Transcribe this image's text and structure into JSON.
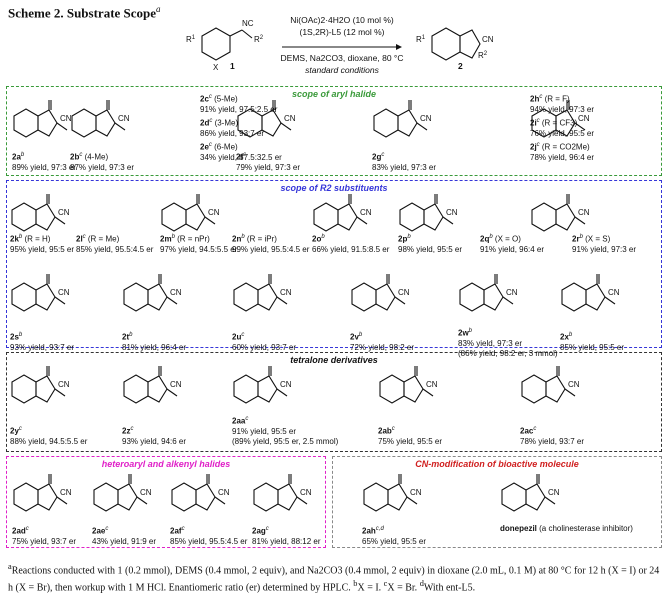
{
  "title": "Scheme 2. Substrate Scope",
  "title_sup": "a",
  "reaction": {
    "line1": "Ni(OAc)2·4H2O (10 mol %)",
    "line2": "(1S,2R)-L5 (12 mol %)",
    "line3": "DEMS, Na2CO3, dioxane, 80 °C",
    "line4": "standard conditions",
    "sm_label": "1",
    "prod_label": "2"
  },
  "sections": {
    "aryl": "scope of aryl halide",
    "r2": "scope of R2 substituents",
    "tetralone": "tetralone derivatives",
    "hetero": "heteroaryl and alkenyl halides",
    "bioactive": "CN-modification of bioactive molecule"
  },
  "compounds": {
    "c2a": {
      "label": "2a",
      "sup": "b",
      "detail": "",
      "yield": "89% yield, 97:3 er"
    },
    "c2b": {
      "label": "2b",
      "sup": "c",
      "detail": "(4-Me)",
      "yield": "87% yield, 97:3 er"
    },
    "c2c": {
      "label": "2c",
      "sup": "c",
      "detail": "(5-Me)",
      "yield": "91% yield, 97.5:2.5 er"
    },
    "c2d": {
      "label": "2d",
      "sup": "c",
      "detail": "(3-Me)",
      "yield": "86% yield, 93:7 er"
    },
    "c2e": {
      "label": "2e",
      "sup": "c",
      "detail": "(6-Me)",
      "yield": "34% yield, 67.5:32.5 er"
    },
    "c2f": {
      "label": "2f",
      "sup": "c",
      "detail": "",
      "yield": "79% yield, 97:3 er"
    },
    "c2g": {
      "label": "2g",
      "sup": "c",
      "detail": "",
      "yield": "83% yield, 97:3 er"
    },
    "c2h": {
      "label": "2h",
      "sup": "c",
      "detail": "(R = F)",
      "yield": "94% yield, 97:3 er"
    },
    "c2i": {
      "label": "2i",
      "sup": "c",
      "detail": "(R = CF3)",
      "yield": "76% yield, 95:5 er"
    },
    "c2j": {
      "label": "2j",
      "sup": "c",
      "detail": "(R = CO2Me)",
      "yield": "78% yield, 96:4 er"
    },
    "c2k": {
      "label": "2k",
      "sup": "b",
      "detail": "(R = H)",
      "yield": "95% yield, 95:5 er"
    },
    "c2l": {
      "label": "2l",
      "sup": "c",
      "detail": "(R = Me)",
      "yield": "85% yield, 95.5:4.5 er"
    },
    "c2m": {
      "label": "2m",
      "sup": "b",
      "detail": "(R = nPr)",
      "yield": "97% yield, 94.5:5.5 er"
    },
    "c2n": {
      "label": "2n",
      "sup": "b",
      "detail": "(R = iPr)",
      "yield": "99% yield, 95.5:4.5 er"
    },
    "c2o": {
      "label": "2o",
      "sup": "b",
      "detail": "",
      "yield": "66% yield, 91.5:8.5 er"
    },
    "c2p": {
      "label": "2p",
      "sup": "b",
      "detail": "",
      "yield": "98% yield, 95:5 er"
    },
    "c2q": {
      "label": "2q",
      "sup": "b",
      "detail": "(X = O)",
      "yield": "91% yield, 96:4 er"
    },
    "c2r": {
      "label": "2r",
      "sup": "b",
      "detail": "(X = S)",
      "yield": "91% yield, 97:3 er"
    },
    "c2s": {
      "label": "2s",
      "sup": "b",
      "detail": "",
      "yield": "93% yield, 93:7 er"
    },
    "c2t": {
      "label": "2t",
      "sup": "b",
      "detail": "",
      "yield": "81% yield, 96:4 er"
    },
    "c2u": {
      "label": "2u",
      "sup": "c",
      "detail": "",
      "yield": "60% yield, 93:7 er"
    },
    "c2v": {
      "label": "2v",
      "sup": "b",
      "detail": "",
      "yield": "72% yield, 98:2 er"
    },
    "c2w": {
      "label": "2w",
      "sup": "b",
      "detail": "",
      "yield": "83% yield, 97:3 er",
      "extra": "(86% yield, 98:2 er, 3 mmol)"
    },
    "c2x": {
      "label": "2x",
      "sup": "b",
      "detail": "",
      "yield": "85% yield, 95:5 er"
    },
    "c2y": {
      "label": "2y",
      "sup": "c",
      "detail": "",
      "yield": "88% yield, 94.5:5.5 er"
    },
    "c2z": {
      "label": "2z",
      "sup": "c",
      "detail": "",
      "yield": "93% yield, 94:6 er"
    },
    "c2aa": {
      "label": "2aa",
      "sup": "c",
      "detail": "",
      "yield": "91% yield, 95:5 er",
      "extra": "(89% yield, 95:5 er, 2.5 mmol)"
    },
    "c2ab": {
      "label": "2ab",
      "sup": "c",
      "detail": "",
      "yield": "75% yield, 95:5 er"
    },
    "c2ac": {
      "label": "2ac",
      "sup": "c",
      "detail": "",
      "yield": "78% yield, 93:7 er"
    },
    "c2ad": {
      "label": "2ad",
      "sup": "c",
      "detail": "",
      "yield": "75% yield, 93:7 er"
    },
    "c2ae": {
      "label": "2ae",
      "sup": "c",
      "detail": "",
      "yield": "43% yield, 91:9 er"
    },
    "c2af": {
      "label": "2af",
      "sup": "c",
      "detail": "",
      "yield": "85% yield, 95.5:4.5 er"
    },
    "c2ag": {
      "label": "2ag",
      "sup": "c",
      "detail": "",
      "yield": "81% yield, 88:12 er"
    },
    "c2ah": {
      "label": "2ah",
      "sup": "c,d",
      "detail": "",
      "yield": "65% yield, 95:5 er"
    },
    "donepezil": {
      "label": "donepezil",
      "detail": "(a cholinesterase inhibitor)"
    }
  },
  "footnote": {
    "a": "Reactions conducted with 1 (0.2 mmol), DEMS (0.4 mmol, 2 equiv), and Na2CO3 (0.4 mmol, 2 equiv) in dioxane (2.0 mL, 0.1 M) at 80 °C for 12 h (X = I) or 24 h (X = Br), then workup with 1 M HCl. Enantiomeric ratio (er) determined by HPLC.",
    "b": "X = I.",
    "c": "X = Br.",
    "d": "With ent-L5."
  },
  "colors": {
    "green": "#3a9a3a",
    "blue": "#3535d8",
    "black": "#333333",
    "magenta": "#e020c8",
    "hetero": "#e020c8",
    "hetero_n": "#3535d8"
  }
}
